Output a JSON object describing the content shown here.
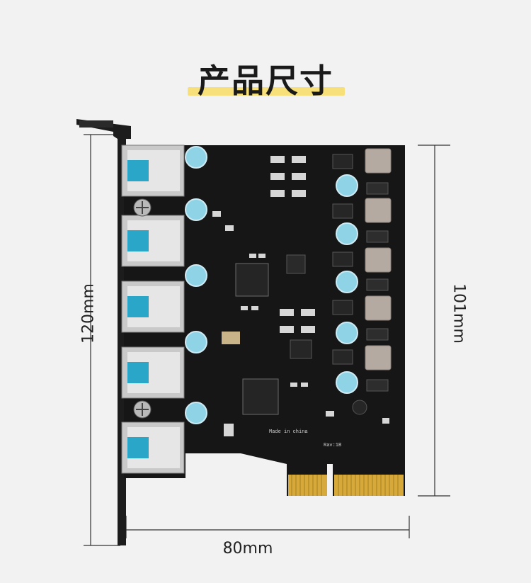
{
  "title": "产品尺寸",
  "dimensions": {
    "height": "120mm",
    "pcb_height": "101mm",
    "width": "80mm"
  },
  "board_text": {
    "made_in": "Made in china",
    "rev": "Rav:1B"
  },
  "usb_ports": 5,
  "colors": {
    "background": "#f2f2f2",
    "highlight": "#f7e07a",
    "pcb": "#161616",
    "usb_blue": "#2aa6c8",
    "gold_fingers": "#d7a93a"
  }
}
